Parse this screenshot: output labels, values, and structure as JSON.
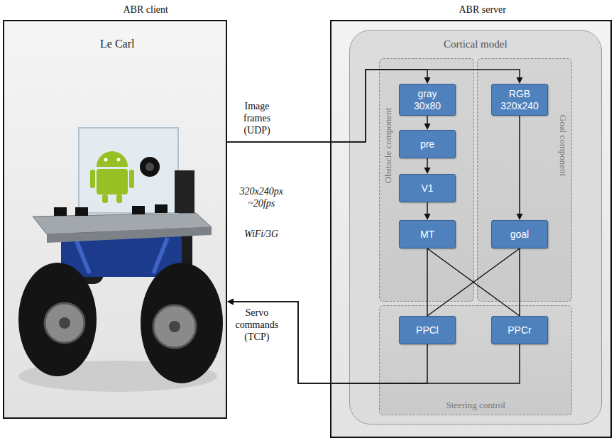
{
  "diagram": {
    "nodes": [
      {
        "text": [
          "ABR client",
          "Le Carl"
        ]
      },
      {
        "text": [
          "ABR server"
        ]
      },
      {
        "text": [
          "Cortical model"
        ],
        "in": 1
      },
      {
        "text": [
          "Obstacle component"
        ],
        "in": 2
      },
      {
        "text": [
          "gray 30x80"
        ],
        "in": 3
      },
      {
        "text": [
          "pre"
        ],
        "in": 3
      },
      {
        "text": [
          "V1"
        ],
        "in": 3
      },
      {
        "text": [
          "MT"
        ],
        "in": 3
      },
      {
        "text": [
          "Goal component"
        ],
        "in": 2
      },
      {
        "text": [
          "RGB 320x240"
        ],
        "in": 8
      },
      {
        "text": [
          "goal"
        ],
        "in": 8
      },
      {
        "text": [
          "Steering control"
        ],
        "in": 2
      },
      {
        "text": [
          "PPCl"
        ],
        "in": 11
      },
      {
        "text": [
          "PPCr"
        ],
        "in": 11
      }
    ],
    "edges": [
      {
        "from": 0,
        "to": 4,
        "arrow": "to",
        "label": "Image frames (UDP)"
      },
      {
        "from": 0,
        "to": 9,
        "arrow": "to"
      },
      {
        "from": 4,
        "to": 5,
        "arrow": "to"
      },
      {
        "from": 5,
        "to": 6,
        "arrow": "to"
      },
      {
        "from": 6,
        "to": 7,
        "arrow": "to"
      },
      {
        "from": 9,
        "to": 10,
        "arrow": "to"
      },
      {
        "from": 7,
        "to": 12,
        "arrow": "none"
      },
      {
        "from": 7,
        "to": 13,
        "arrow": "none"
      },
      {
        "from": 10,
        "to": 12,
        "arrow": "none"
      },
      {
        "from": 10,
        "to": 13,
        "arrow": "none"
      },
      {
        "from": 12,
        "to": 0,
        "arrow": "to",
        "label": "Servo commands (TCP)"
      },
      {
        "from": 13,
        "to": 0,
        "arrow": "to"
      }
    ],
    "labels": [
      "320x240px ~20fps",
      "WiFi/3G"
    ]
  }
}
